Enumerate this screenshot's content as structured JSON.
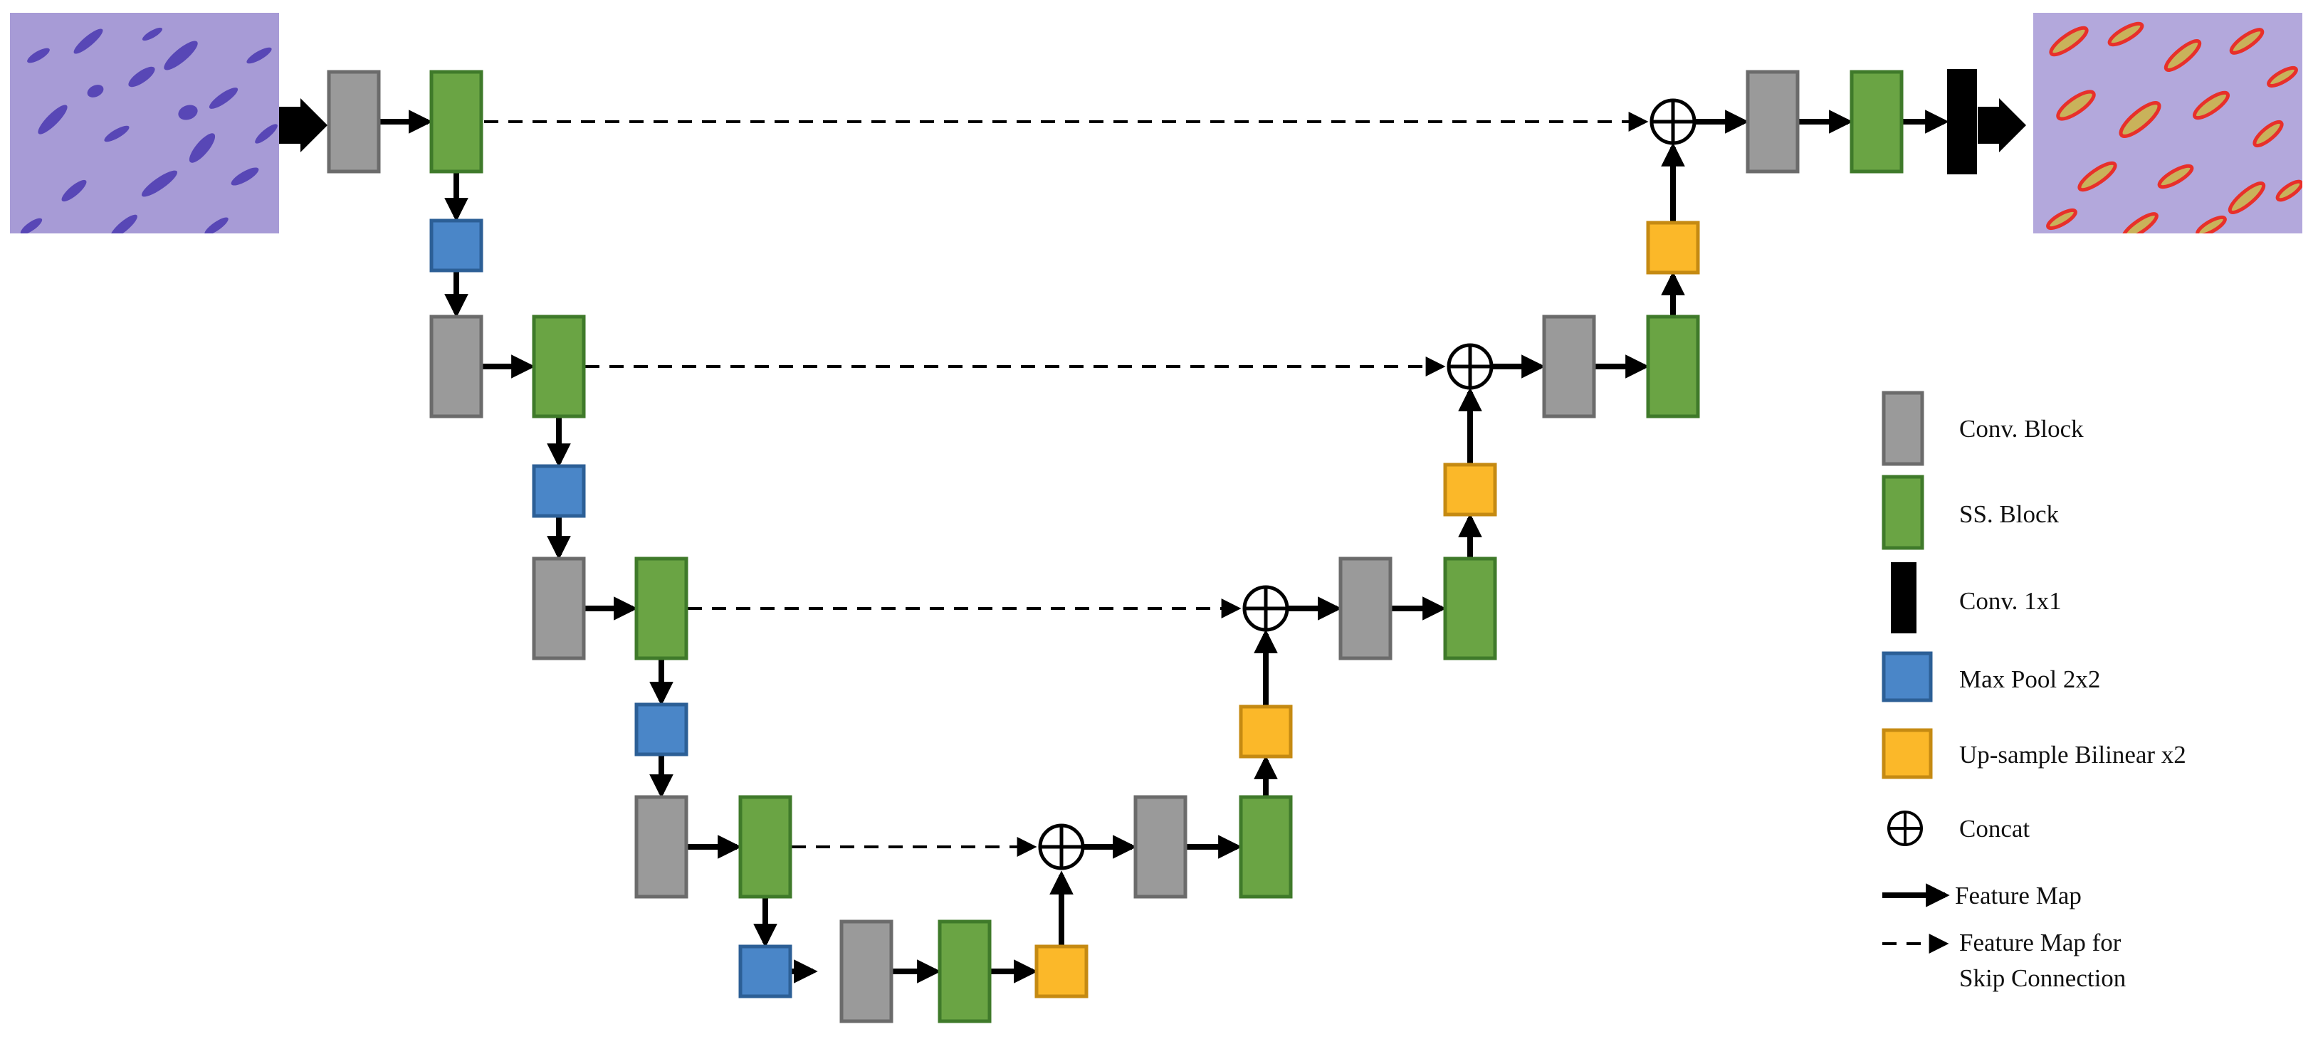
{
  "colors": {
    "conv_fill": "#9a9a9a",
    "conv_stroke": "#6b6b6b",
    "ss_fill": "#6aa444",
    "ss_stroke": "#3f7a2a",
    "conv1x1_fill": "#000000",
    "pool_fill": "#4a86c8",
    "pool_stroke": "#2c5f96",
    "up_fill": "#fbb829",
    "up_stroke": "#c58a12",
    "image_bg": "#a79bd6",
    "nuclei": "#4a38b0",
    "seg_outline": "#e8302a",
    "seg_fill": "#c9b25a"
  },
  "icons": {
    "concat": "circle-plus-icon",
    "feature_map": "solid-arrow-icon",
    "skip": "dashed-arrow-icon",
    "input": "input-histology-image",
    "output": "output-segmentation-image"
  },
  "legend": {
    "conv_block": "Conv. Block",
    "ss_block": "SS. Block",
    "conv1x1": "Conv. 1x1",
    "max_pool": "Max Pool 2x2",
    "upsample": "Up-sample Bilinear x2",
    "concat": "Concat",
    "feature_map": "Feature Map",
    "skip_line1": "Feature Map for",
    "skip_line2": "Skip Connection"
  }
}
